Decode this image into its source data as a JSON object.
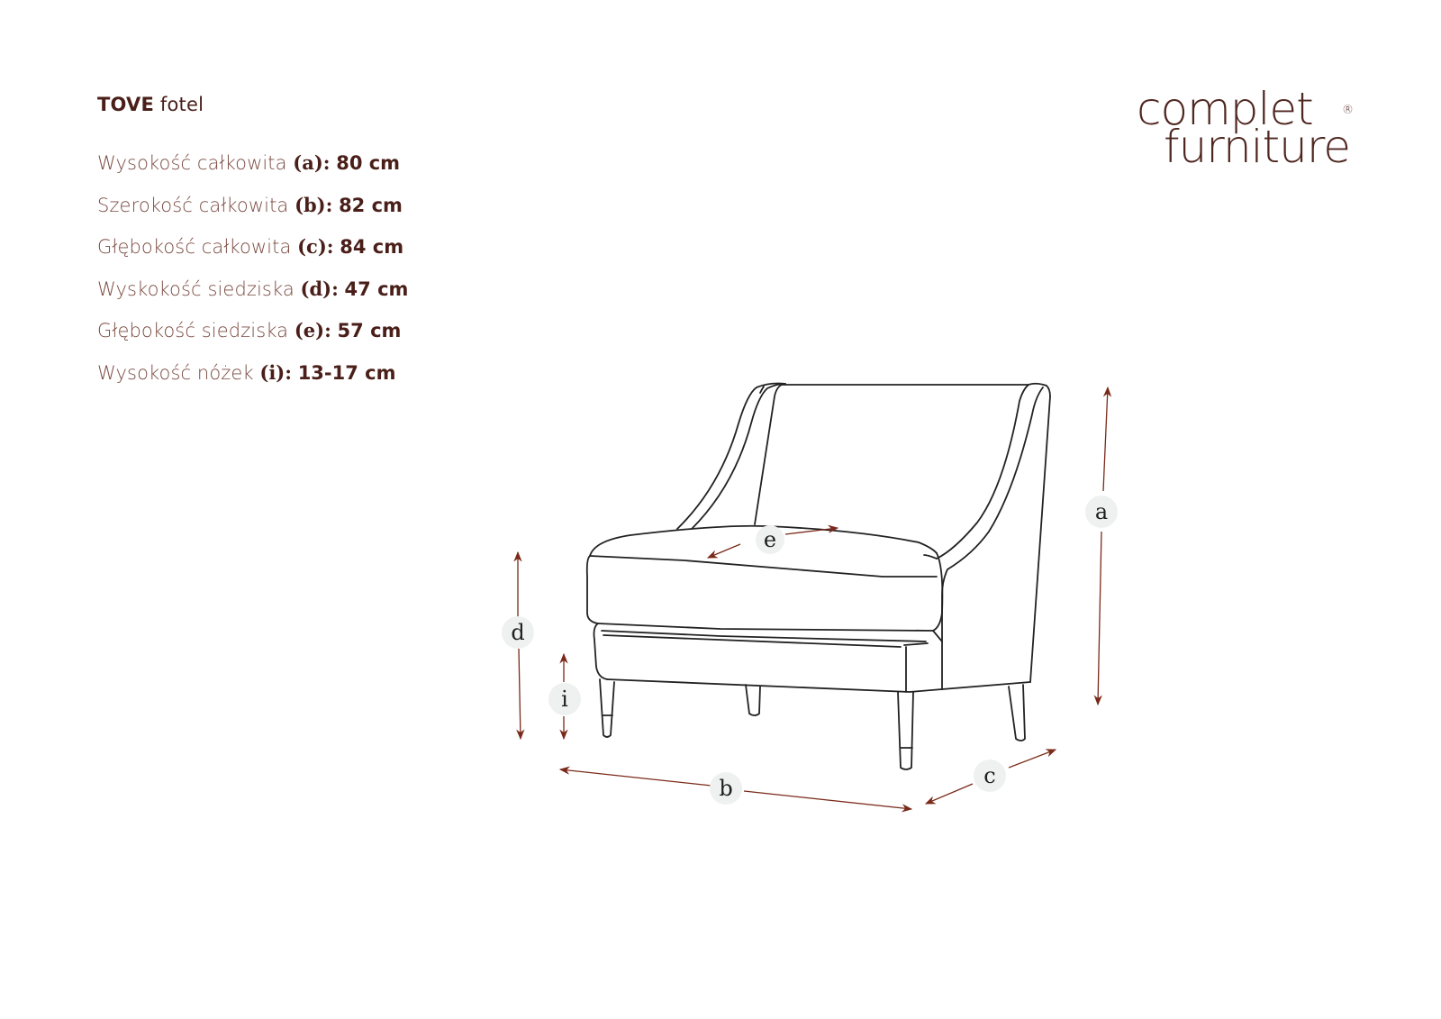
{
  "product": {
    "name": "TOVE",
    "type": "fotel"
  },
  "brand": {
    "line1": "complet",
    "line2": "furniture",
    "registered": "®"
  },
  "specs": [
    {
      "label": "Wysokość całkowita",
      "key": "(a):",
      "value": "80 cm"
    },
    {
      "label": "Szerokość całkowita",
      "key": "(b):",
      "value": "82 cm"
    },
    {
      "label": "Głębokość całkowita",
      "key": "(c):",
      "value": "84 cm"
    },
    {
      "label": "Wyskokość siedziska",
      "key": "(d):",
      "value": "47 cm"
    },
    {
      "label": "Głębokość siedziska",
      "key": "(e):",
      "value": "57 cm"
    },
    {
      "label": "Wysokość nóżek",
      "key": "(i):",
      "value": "13-17 cm"
    }
  ],
  "dimension_labels": {
    "a": "a",
    "b": "b",
    "c": "c",
    "d": "d",
    "e": "e",
    "i": "i"
  },
  "colors": {
    "text": "#4a1f19",
    "label_text": "#7a4a40",
    "arrow": "#7a2a1a",
    "badge_bg": "#eef1ef",
    "line_art": "#222222"
  }
}
